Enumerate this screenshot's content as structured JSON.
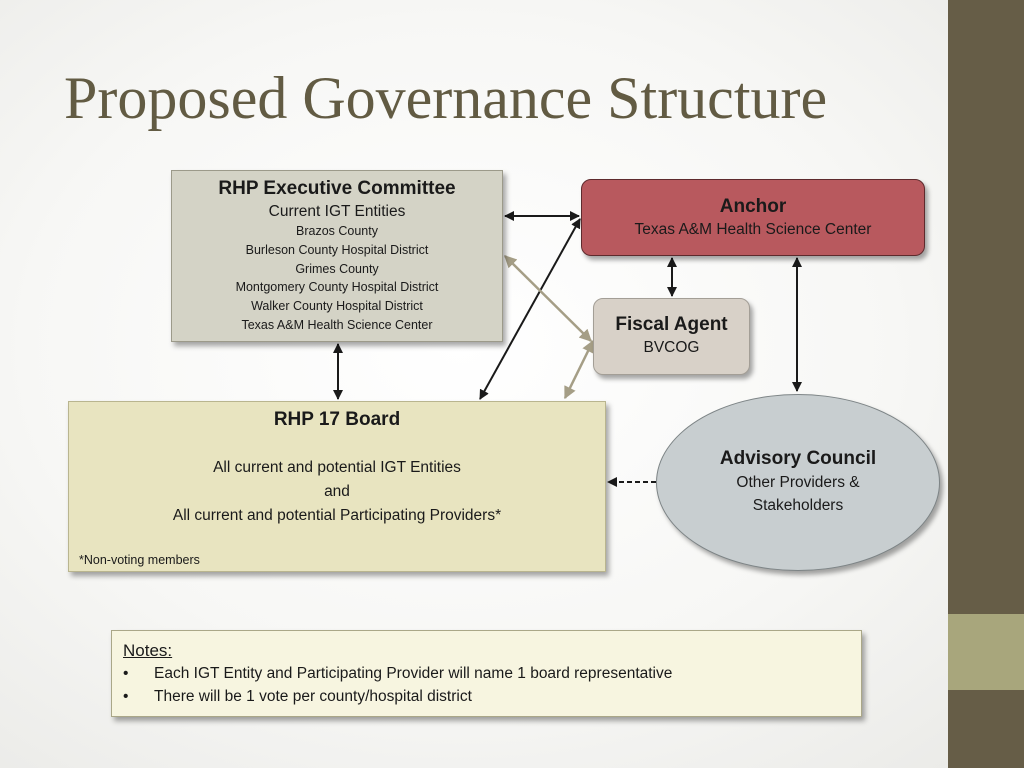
{
  "title": "Proposed Governance Structure",
  "colors": {
    "sidebar": "#665d47",
    "sidebar_accent": "#a8a67c",
    "title": "#625b43",
    "exec_box": "#d4d3c6",
    "anchor_box": "#b8595e",
    "fiscal_box": "#d8d1c8",
    "board_box": "#e8e4c0",
    "advisory_box": "#c8ced0",
    "notes_box": "#f7f5e0",
    "arrow_dark": "#1a1a1a",
    "arrow_light": "#a59e86"
  },
  "executive_committee": {
    "heading": "RHP Executive Committee",
    "subheading": "Current IGT Entities",
    "entities": [
      "Brazos County",
      "Burleson County Hospital District",
      "Grimes County",
      "Montgomery County Hospital District",
      "Walker County Hospital District",
      "Texas A&M Health Science Center"
    ]
  },
  "anchor": {
    "heading": "Anchor",
    "subheading": "Texas A&M Health Science Center"
  },
  "fiscal_agent": {
    "heading": "Fiscal Agent",
    "subheading": "BVCOG"
  },
  "board": {
    "heading": "RHP 17 Board",
    "lines": [
      "All current and potential IGT Entities",
      "and",
      "All current and potential Participating Providers*"
    ],
    "footnote": "*Non-voting members"
  },
  "advisory_council": {
    "heading": "Advisory Council",
    "lines": [
      "Other Providers &",
      "Stakeholders"
    ]
  },
  "notes": {
    "heading": "Notes:",
    "bullet_glyph": "•",
    "items": [
      "Each IGT Entity and Participating Provider will name 1 board representative",
      "There will be 1 vote per county/hospital district"
    ]
  }
}
